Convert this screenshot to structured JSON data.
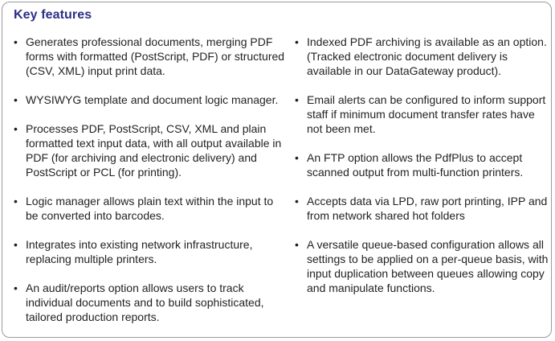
{
  "title": "Key features",
  "bullet_glyph": "•",
  "left_items": [
    "Generates professional documents, merging PDF forms with formatted (PostScript, PDF) or structured (CSV, XML) input print data.",
    "WYSIWYG template and document logic manager.",
    "Processes PDF, PostScript, CSV, XML and plain formatted text input data, with all output available in PDF (for archiving and electronic delivery) and PostScript or PCL (for printing).",
    "Logic manager allows plain text within the input to be converted into barcodes.",
    "Integrates into existing network infrastructure, replacing multiple printers.",
    "An audit/reports option allows users to track individual documents and to build sophisticated, tailored production reports."
  ],
  "right_items": [
    "Indexed PDF archiving is available as an option. (Tracked electronic document delivery is available in our DataGateway product).",
    "Email alerts can be configured to inform support staff if minimum document transfer rates have not been met.",
    "An FTP option allows the PdfPlus to accept scanned output from multi-function printers.",
    "Accepts data via LPD, raw port printing, IPP and from network shared hot folders",
    "A versatile queue-based configuration allows all settings to be applied on a per-queue basis, with input duplication between queues allowing copy and manipulate functions."
  ],
  "colors": {
    "title": "#2b2f86",
    "text": "#231f20",
    "border": "#9a9a9a"
  }
}
